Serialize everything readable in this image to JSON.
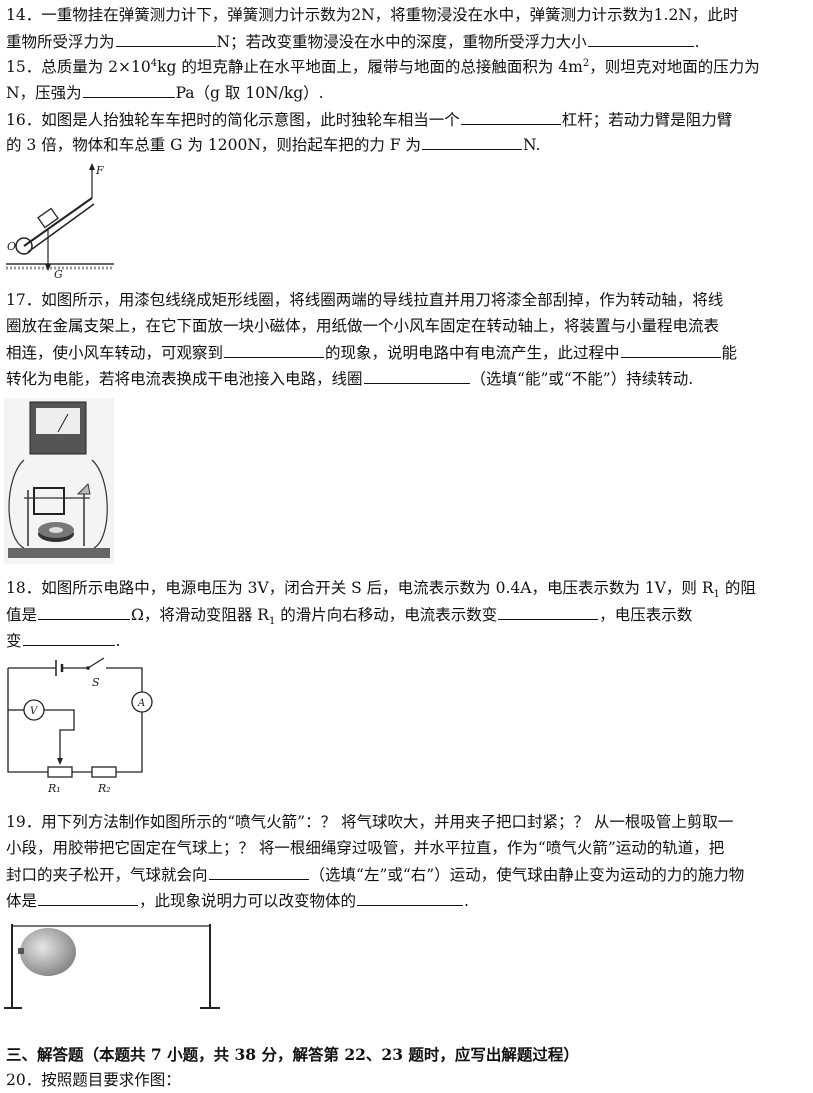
{
  "q14": {
    "l1": "14．一重物挂在弹簧测力计下，弹簧测力计示数为2N，将重物浸没在水中，弹簧测力计示数为1.2N，此时",
    "l2a": "重物所受浮力为",
    "l2b": "N；若改变重物浸没在水中的深度，重物所受浮力大小",
    "l2c": "."
  },
  "q15": {
    "l1a": "15．总质量为 2×10",
    "l1exp": "4",
    "l1b": "kg 的坦克静止在水平地面上，履带与地面的总接触面积为 4m",
    "l1exp2": "2",
    "l1c": "，则坦克对地面的压力为",
    "l2a": "N，压强为",
    "l2b": "Pa（g 取 10N/kg）."
  },
  "q16": {
    "l1a": "16．如图是人抬独轮车车把时的简化示意图，此时独轮车相当一个",
    "l1b": "杠杆；若动力臂是阻力臂",
    "l2a": "的 3 倍，物体和车总重 G 为 1200N，则抬起车把的力 F 为",
    "l2b": "N.",
    "fig": {
      "f": "F",
      "o": "O",
      "g": "G"
    }
  },
  "q17": {
    "l1": "17．如图所示，用漆包线绕成矩形线圈，将线圈两端的导线拉直并用刀将漆全部刮掉，作为转动轴，将线",
    "l2": "圈放在金属支架上，在它下面放一块小磁体，用纸做一个小风车固定在转动轴上，将装置与小量程电流表",
    "l3a": "相连，使小风车转动，可观察到",
    "l3b": "的现象，说明电路中有电流产生，此过程中",
    "l3c": "能",
    "l4a": "转化为电能，若将电流表换成干电池接入电路，线圈",
    "l4b": "（选填“能”或“不能”）持续转动."
  },
  "q18": {
    "l1a": "18．如图所示电路中，电源电压为 3V，闭合开关 S 后，电流表示数为 0.4A，电压表示数为 1V，则 R",
    "l1sub": "1",
    "l1b": " 的阻",
    "l2a": "值是",
    "l2b": "Ω，将滑动变阻器 R",
    "l2sub": "1",
    "l2c": " 的滑片向右移动，电流表示数变",
    "l2d": "，电压表示数",
    "l3a": "变",
    "l3b": ".",
    "fig": {
      "v": "V",
      "a": "A",
      "s": "S",
      "r1": "R₁",
      "r2": "R₂"
    }
  },
  "q19": {
    "l1": "19．用下列方法制作如图所示的“喷气火箭”：？ 将气球吹大，并用夹子把口封紧；？ 从一根吸管上剪取一",
    "l2": "小段，用胶带把它固定在气球上；？ 将一根细绳穿过吸管，并水平拉直，作为“喷气火箭”运动的轨道，把",
    "l3a": "封口的夹子松开，气球就会向",
    "l3b": "（选填“左”或“右”）运动，使气球由静止变为运动的力的施力物",
    "l4a": "体是",
    "l4b": "，此现象说明力可以改变物体的",
    "l4c": "."
  },
  "section3": "三、解答题（本题共 7 小题，共 38 分，解答第 22、23 题时，应写出解题过程）",
  "q20": "20．按照题目要求作图："
}
